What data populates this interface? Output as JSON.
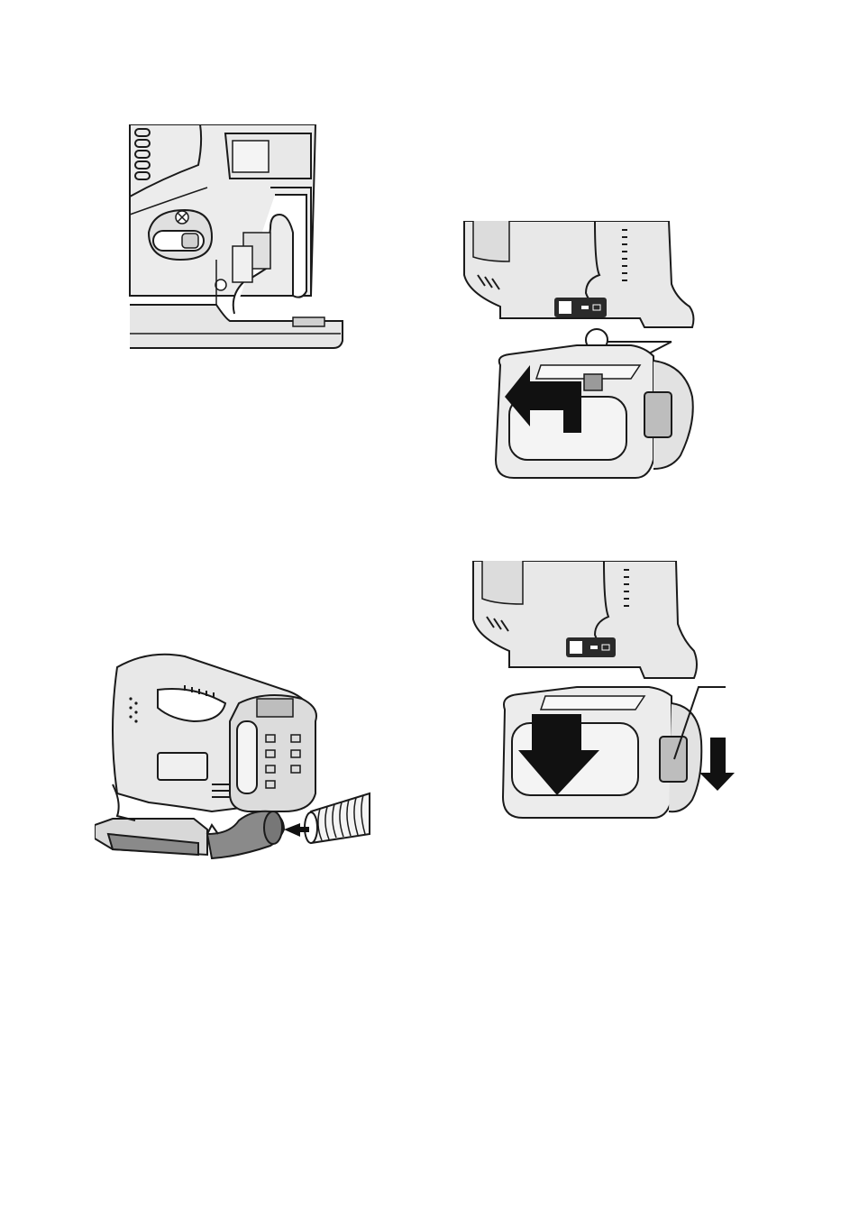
{
  "page": {
    "figures": [
      {
        "id": "blade-clamp-detail",
        "icon": "jigsaw-blade-clamp-closeup"
      },
      {
        "id": "battery-remove",
        "icon": "battery-slide-out-arrow"
      },
      {
        "id": "dust-nozzle-attach",
        "icon": "jigsaw-dust-nozzle-hose"
      },
      {
        "id": "battery-release",
        "icon": "battery-press-down-arrow"
      }
    ],
    "colors": {
      "line": "#1a1a1a",
      "fill_light": "#e6e6e6",
      "fill_mid": "#cfcfcf",
      "fill_dark": "#8a8a8a",
      "arrow": "#111111"
    }
  }
}
